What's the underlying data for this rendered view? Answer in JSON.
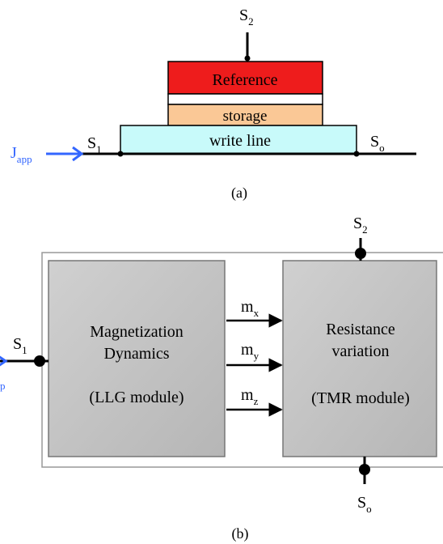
{
  "colors": {
    "reference_fill": "#ee1c1c",
    "storage_fill": "#fac896",
    "writeline_fill": "#c8fafa",
    "current_arrow": "#3366ff",
    "current_label": "#3366ff",
    "module_fill": "#c8c8c8",
    "outer_border": "#999999"
  },
  "panel_a": {
    "top_terminal": {
      "main": "S",
      "sub": "2"
    },
    "reference_label": "Reference",
    "storage_label": "storage",
    "write_line_label": "write line",
    "left_terminal": {
      "main": "S",
      "sub": "1"
    },
    "right_terminal": {
      "main": "S",
      "sub": "o"
    },
    "current": {
      "main": "J",
      "sub": "app"
    },
    "caption": "(a)"
  },
  "panel_b": {
    "top_terminal": {
      "main": "S",
      "sub": "2"
    },
    "bottom_terminal": {
      "main": "S",
      "sub": "o"
    },
    "left_terminal": {
      "main": "S",
      "sub": "1"
    },
    "current_fragment": "p",
    "llg_module": {
      "line1": "Magnetization",
      "line2": "Dynamics",
      "line3": "(LLG module)"
    },
    "tmr_module": {
      "line1": "Resistance",
      "line2": "variation",
      "line3": "(TMR module)"
    },
    "signals": [
      {
        "main": "m",
        "sub": "x"
      },
      {
        "main": "m",
        "sub": "y"
      },
      {
        "main": "m",
        "sub": "z"
      }
    ],
    "caption": "(b)"
  }
}
